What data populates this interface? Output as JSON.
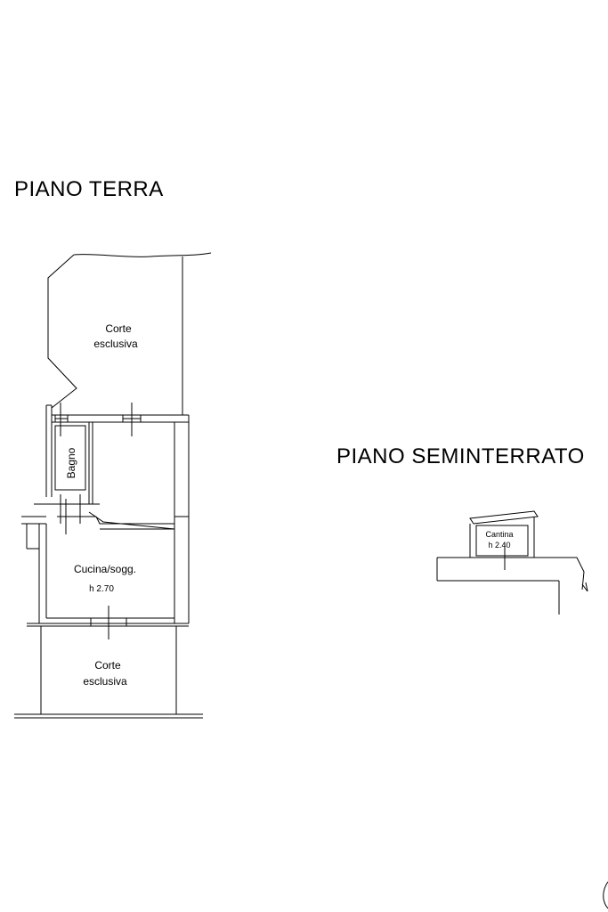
{
  "headings": {
    "ground_floor": "PIANO TERRA",
    "basement": "PIANO SEMINTERRATO"
  },
  "rooms": {
    "courtyard_top_line1": "Corte",
    "courtyard_top_line2": "esclusiva",
    "bathroom": "Bagno",
    "kitchen": "Cucina/sogg.",
    "kitchen_height": "h 2.70",
    "courtyard_bottom_line1": "Corte",
    "courtyard_bottom_line2": "esclusiva",
    "cellar": "Cantina",
    "cellar_height": "h 2.40"
  },
  "colors": {
    "line": "#000000",
    "background": "#ffffff"
  }
}
